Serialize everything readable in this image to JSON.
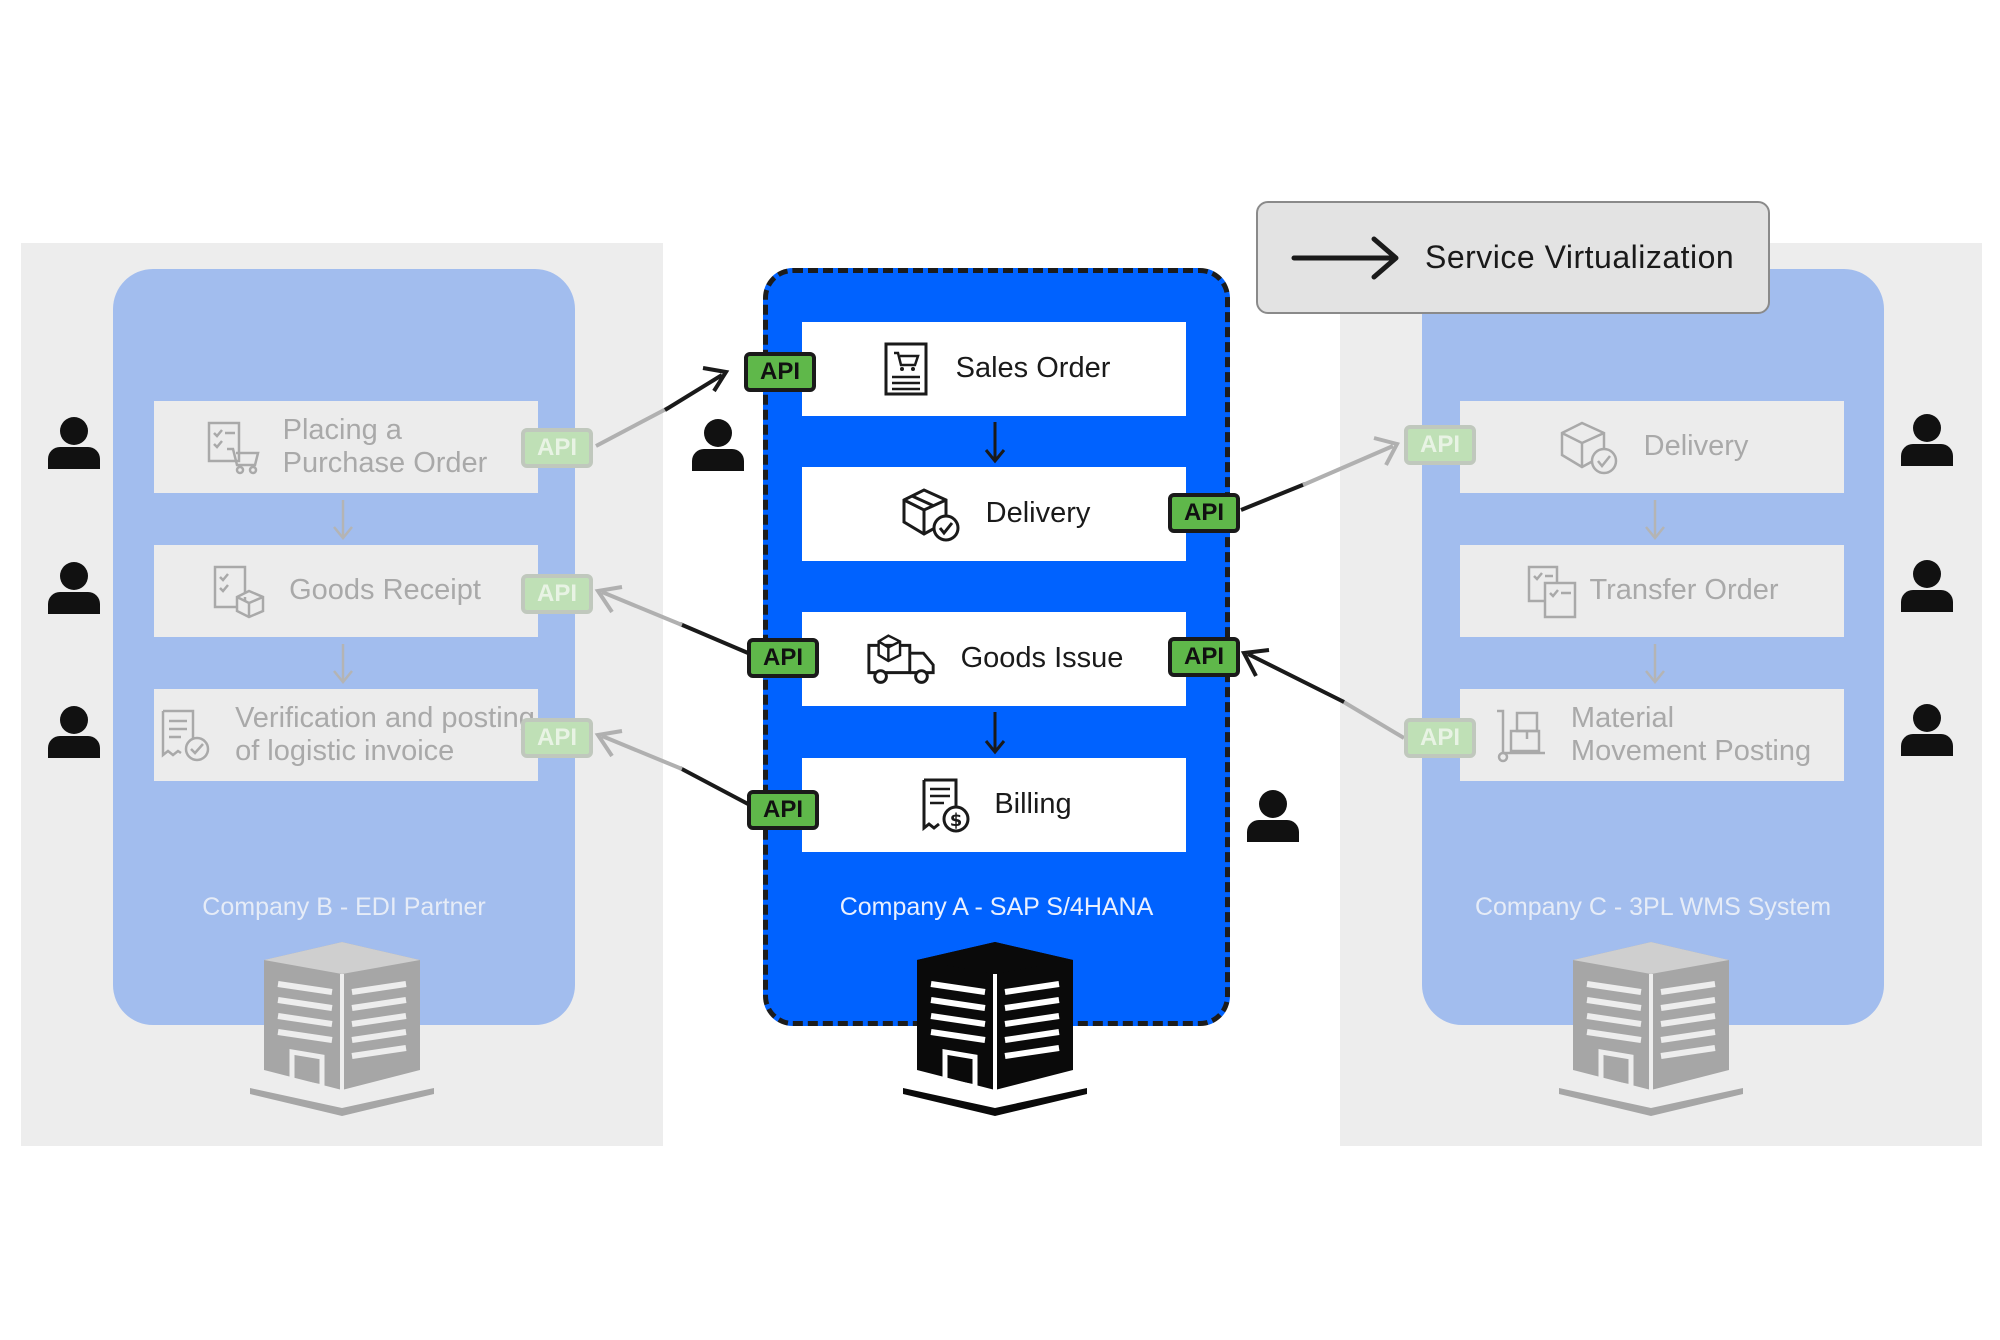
{
  "legend": {
    "label": "Service Virtualization"
  },
  "api_label": "API",
  "company_b": {
    "label": "Company B - EDI Partner",
    "steps": [
      {
        "label_line1": "Placing a",
        "label_line2": "Purchase Order"
      },
      {
        "label": "Goods Receipt"
      },
      {
        "label_line1": "Verification and posting",
        "label_line2": "of logistic invoice"
      }
    ]
  },
  "company_a": {
    "label": "Company A - SAP S/4HANA",
    "steps": [
      {
        "label": "Sales Order"
      },
      {
        "label": "Delivery"
      },
      {
        "label": "Goods Issue"
      },
      {
        "label": "Billing"
      }
    ]
  },
  "company_c": {
    "label": "Company C - 3PL WMS System",
    "steps": [
      {
        "label": "Delivery"
      },
      {
        "label": "Transfer Order"
      },
      {
        "label_line1": "Material",
        "label_line2": "Movement Posting"
      }
    ]
  },
  "colors": {
    "company_a_fill": "#0062ff",
    "company_faded_fill": "#a2bdee",
    "panel_bg": "#ededed",
    "api_green": "#5fb84a",
    "api_faded": "#bfe0b6"
  }
}
